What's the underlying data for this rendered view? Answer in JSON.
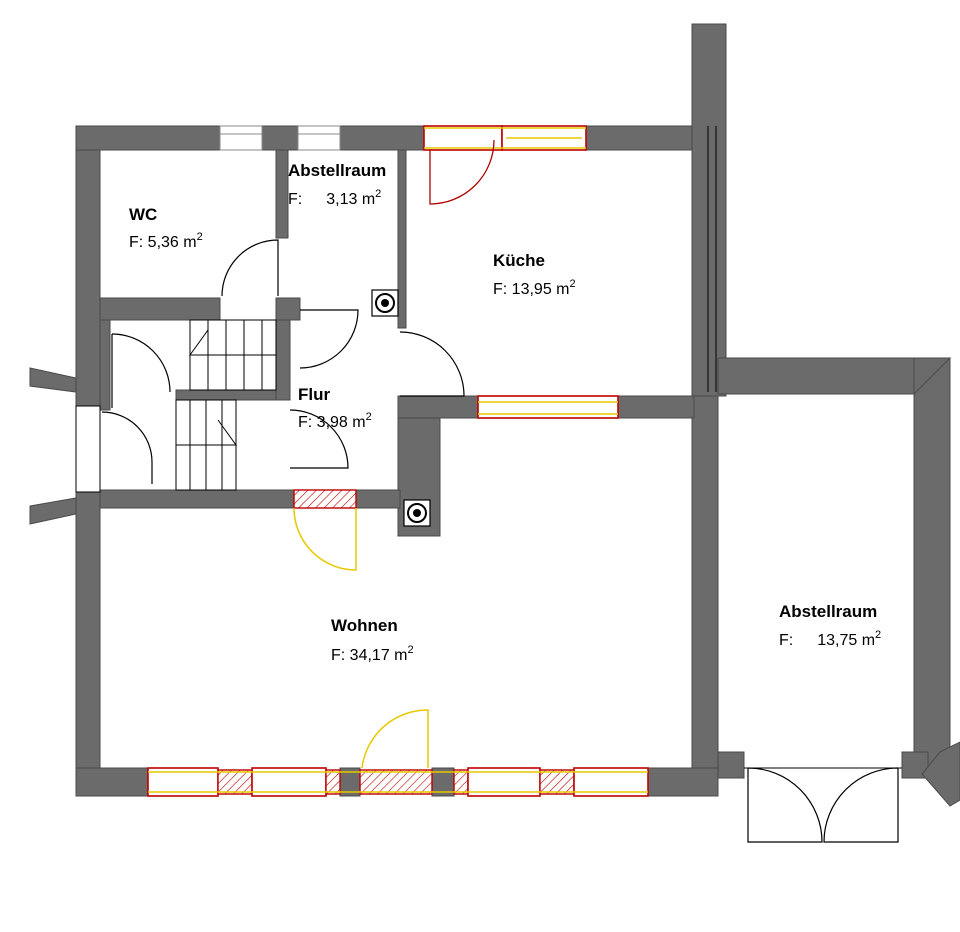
{
  "rooms": [
    {
      "name": "WC",
      "area_prefix": "F: ",
      "area_value": "5,36",
      "unit": "m",
      "exp": "2"
    },
    {
      "name": "Abstellraum",
      "area_prefix": "F:",
      "area_value": "3,13",
      "unit": "m",
      "exp": "2"
    },
    {
      "name": "Küche",
      "area_prefix": "F: ",
      "area_value": "13,95",
      "unit": "m",
      "exp": "2"
    },
    {
      "name": "Flur",
      "area_prefix": "F: ",
      "area_value": "3,98",
      "unit": "m",
      "exp": "2"
    },
    {
      "name": "Wohnen",
      "area_prefix": "F: ",
      "area_value": "34,17",
      "unit": "m",
      "exp": "2"
    },
    {
      "name": "Abstellraum",
      "area_prefix": "F:",
      "area_value": "13,75",
      "unit": "m",
      "exp": "2"
    }
  ],
  "colors": {
    "wall": "#6b6b6b",
    "window_frame": "#c00000",
    "window_line": "#e8c800",
    "door_new": "#e8c800",
    "door_removed": "#b00000"
  }
}
